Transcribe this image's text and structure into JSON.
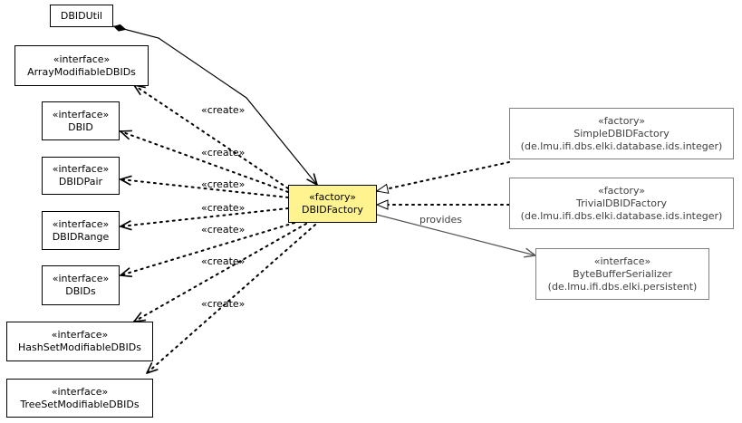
{
  "nodes": {
    "dbidutil": {
      "name": "DBIDUtil"
    },
    "arraymod": {
      "stereotype": "«interface»",
      "name": "ArrayModifiableDBIDs"
    },
    "dbid": {
      "stereotype": "«interface»",
      "name": "DBID"
    },
    "dbidpair": {
      "stereotype": "«interface»",
      "name": "DBIDPair"
    },
    "dbidrange": {
      "stereotype": "«interface»",
      "name": "DBIDRange"
    },
    "dbids": {
      "stereotype": "«interface»",
      "name": "DBIDs"
    },
    "hashset": {
      "stereotype": "«interface»",
      "name": "HashSetModifiableDBIDs"
    },
    "treeset": {
      "stereotype": "«interface»",
      "name": "TreeSetModifiableDBIDs"
    },
    "factory": {
      "stereotype": "«factory»",
      "name": "DBIDFactory"
    },
    "simple": {
      "stereotype": "«factory»",
      "name": "SimpleDBIDFactory",
      "package": "(de.lmu.ifi.dbs.elki.database.ids.integer)"
    },
    "trivial": {
      "stereotype": "«factory»",
      "name": "TrivialDBIDFactory",
      "package": "(de.lmu.ifi.dbs.elki.database.ids.integer)"
    },
    "serializer": {
      "stereotype": "«interface»",
      "name": "ByteBufferSerializer",
      "package": "(de.lmu.ifi.dbs.elki.persistent)"
    }
  },
  "edge_labels": {
    "create": "«create»",
    "provides": "provides"
  },
  "colors": {
    "highlight": "#fff38f",
    "edge": "#000000",
    "external_edge": "#7f7f7f"
  }
}
